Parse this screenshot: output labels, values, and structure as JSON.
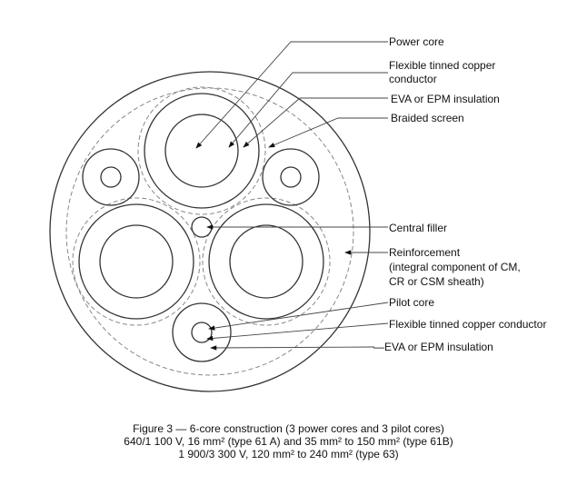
{
  "labels": {
    "power_core": "Power core",
    "flex_conductor_1": "Flexible tinned copper",
    "flex_conductor_2": "conductor",
    "eva_insulation": "EVA or EPM insulation",
    "braided_screen": "Braided screen",
    "central_filler": "Central filler",
    "reinforcement_1": "Reinforcement",
    "reinforcement_2": "(integral component of CM,",
    "reinforcement_3": "CR or CSM sheath)",
    "pilot_core": "Pilot core",
    "pilot_conductor": "Flexible tinned copper conductor",
    "pilot_insulation": "—EVA or EPM insulation"
  },
  "caption": {
    "line1": "Figure 3 — 6-core construction (3 power cores and 3 pilot cores)",
    "line2": "640/1 100 V, 16 mm² (type 61 A) and 35 mm² to 150 mm² (type 61B)",
    "line3": "1 900/3 300 V, 120 mm² to 240 mm² (type 63)"
  }
}
